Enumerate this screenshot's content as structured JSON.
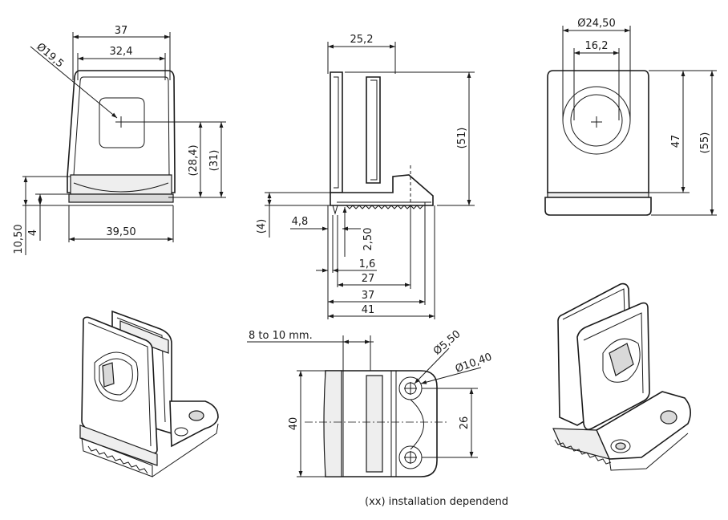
{
  "front_view": {
    "dims": [
      "37",
      "32,4",
      "Ø19,5",
      "(28,4)",
      "(31)",
      "10,50",
      "4",
      "39,50"
    ]
  },
  "side_view": {
    "dims": [
      "25,2",
      "(51)",
      "(4)",
      "4,8",
      "2,50",
      "1,6",
      "27",
      "37",
      "41"
    ]
  },
  "back_view": {
    "dims": [
      "Ø24,50",
      "16,2",
      "47",
      "(55)"
    ]
  },
  "bottom_view": {
    "dims": [
      "8 to 10 mm.",
      "Ø5,50",
      "Ø10,40",
      "40",
      "26"
    ]
  },
  "note": "(xx) installation dependend",
  "icons": [
    "dimension-arrow",
    "center-cross",
    "screw-hole"
  ]
}
